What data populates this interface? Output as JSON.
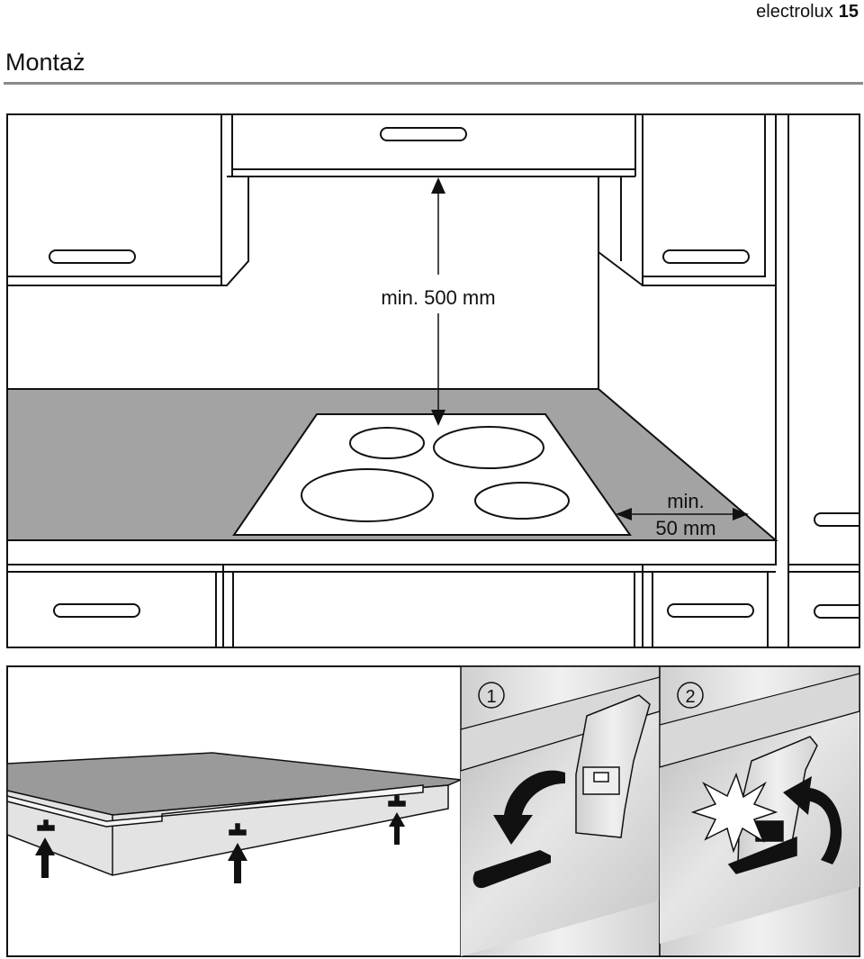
{
  "header": {
    "brand": "electrolux",
    "page_number": "15"
  },
  "section": {
    "title": "Montaż"
  },
  "figure1": {
    "height_label": "min. 500 mm",
    "side_label_line1": "min.",
    "side_label_line2": "50 mm"
  },
  "figure2": {
    "step1_label": "1",
    "step2_label": "2"
  }
}
